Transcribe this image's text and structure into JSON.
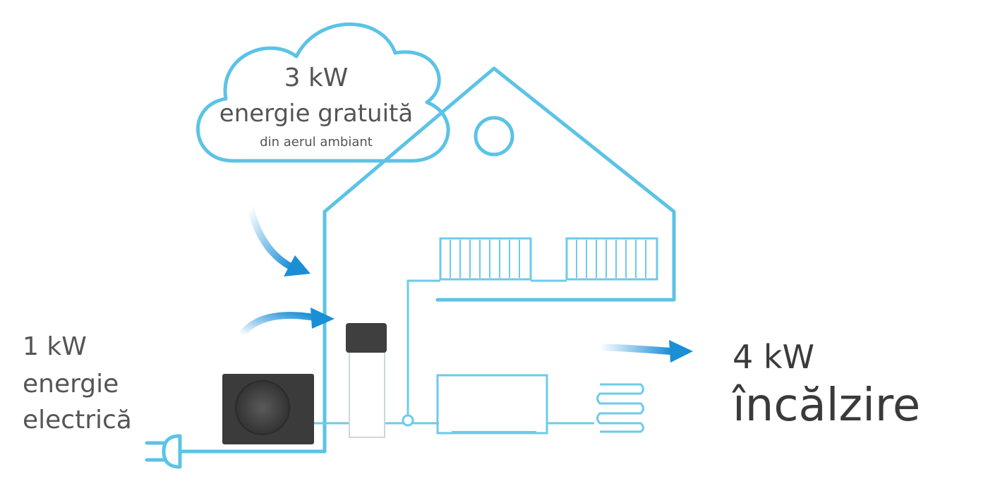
{
  "cloud": {
    "power": "3 kW",
    "label": "energie gratuită",
    "sublabel": "din aerul ambiant"
  },
  "input": {
    "power": "1 kW",
    "line1": "energie",
    "line2": "electrică"
  },
  "output": {
    "power": "4 kW",
    "label": "încălzire"
  },
  "colors": {
    "line": "#5bc3e6",
    "arrow": "#1a8fd6",
    "text": "#555555",
    "unit": "#3a3a3a"
  }
}
